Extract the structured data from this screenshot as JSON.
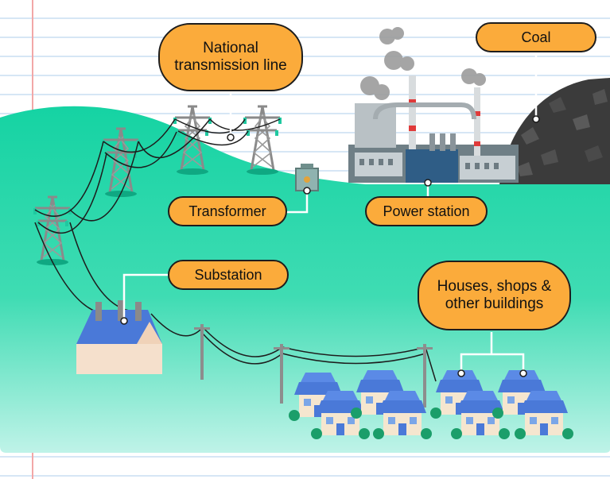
{
  "labels": {
    "national": "National transmission line",
    "coal": "Coal",
    "transformer": "Transformer",
    "power_station": "Power station",
    "substation": "Substation",
    "houses": "Houses, shops & other buildings"
  },
  "colors": {
    "ground_top": "#15d3a3",
    "ground_bottom": "#b9f2e6",
    "label_fill": "#fbab3b",
    "pylon": "#8a8a8a",
    "roof": "#4a79d8",
    "coal": "#3b3b3b"
  }
}
